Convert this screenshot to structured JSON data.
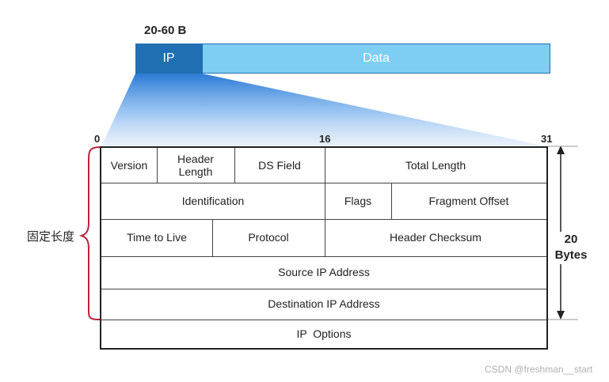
{
  "packet": {
    "size_label": "20-60 B",
    "ip_label": "IP",
    "data_label": "Data"
  },
  "bits": {
    "start": "0",
    "mid": "16",
    "end": "31"
  },
  "fields": {
    "version": "Version",
    "header_length": "Header Length",
    "ds_field": "DS Field",
    "total_length": "Total Length",
    "identification": "Identification",
    "flags": "Flags",
    "fragment_offset": "Fragment Offset",
    "time_to_live": "Time to Live",
    "protocol": "Protocol",
    "header_checksum": "Header Checksum",
    "source_ip": "Source IP Address",
    "destination_ip": "Destination IP Address",
    "ip_options": "IP  Options"
  },
  "annotations": {
    "fixed_length": "固定长度",
    "bytes_number": "20",
    "bytes_unit": "Bytes"
  },
  "watermark": "CSDN @freshman__start",
  "colors": {
    "ip_block": "#1f6fb2",
    "data_block": "#7ecdf2",
    "brace": "#c0203a",
    "border": "#222222"
  }
}
